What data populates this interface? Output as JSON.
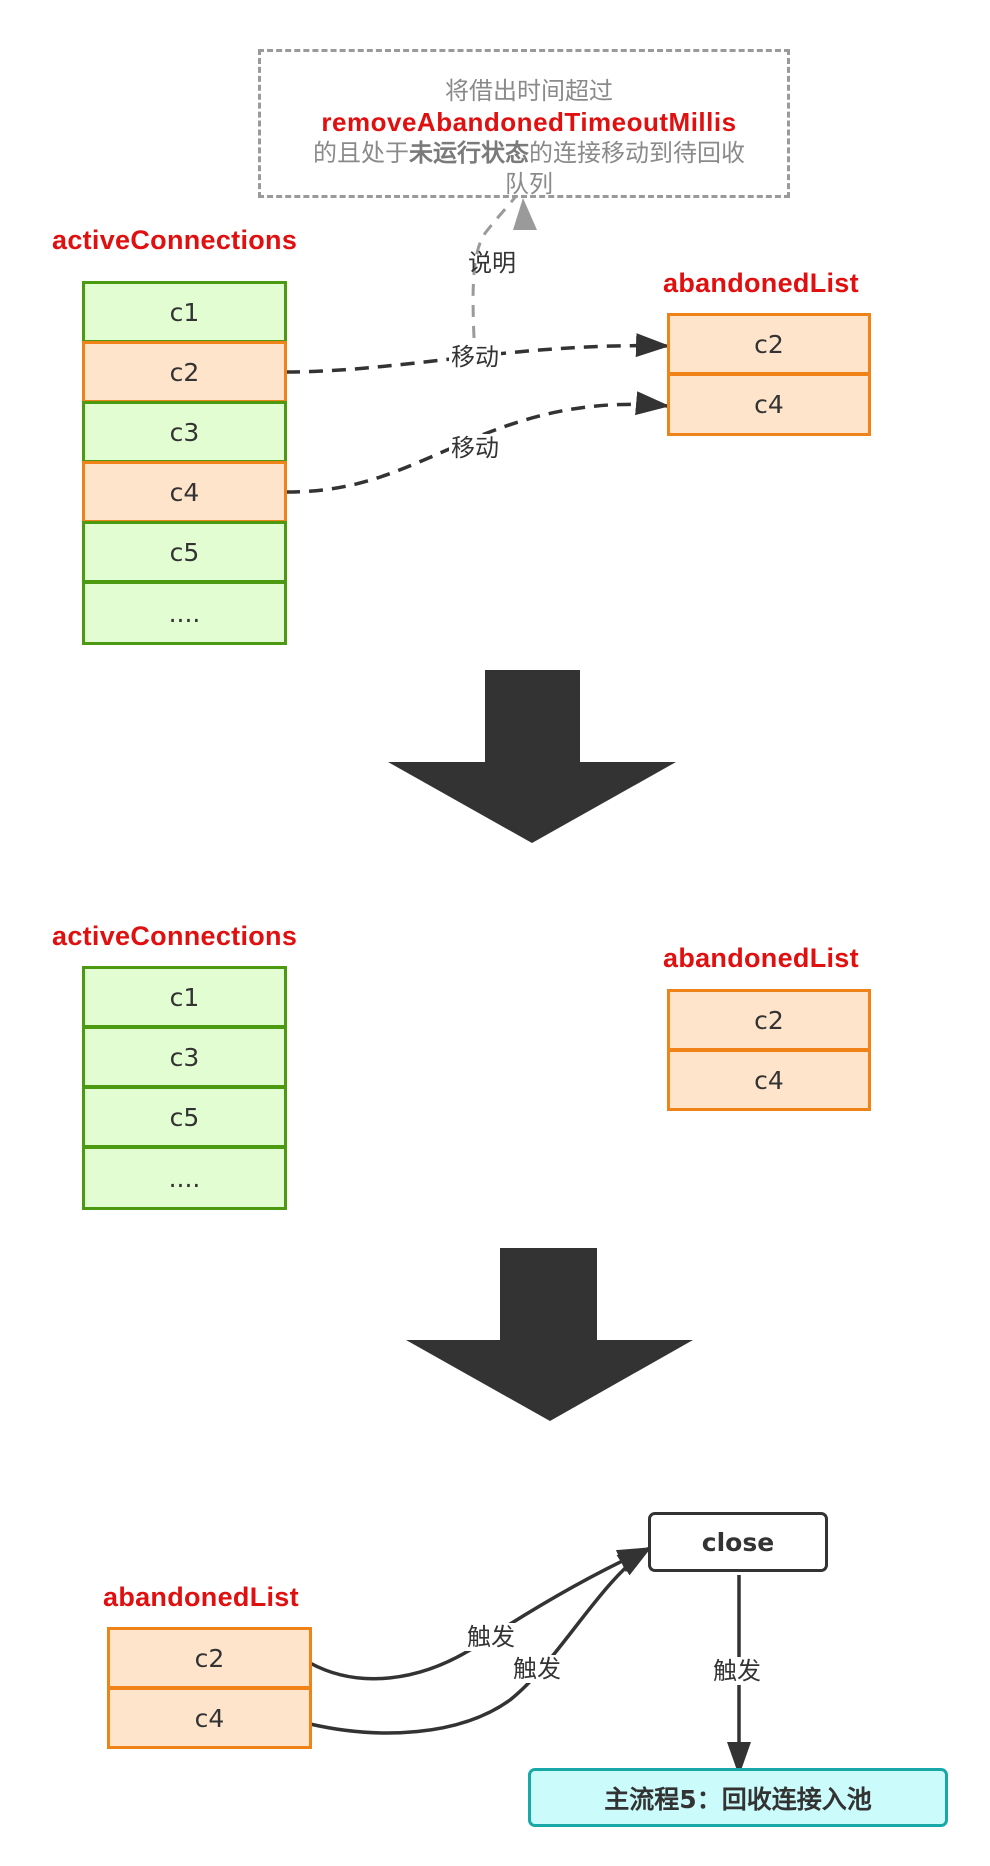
{
  "note": {
    "line1": "将借出时间超过",
    "key": "removeAbandonedTimeoutMillis",
    "line3_pre": "的且处于",
    "line3_bold": "未运行状态",
    "line3_post": "的连接移动到待回收",
    "line4": "队列"
  },
  "section1": {
    "active_title": "activeConnections",
    "active_cells": [
      "c1",
      "c2",
      "c3",
      "c4",
      "c5",
      "...."
    ],
    "abandoned_title": "abandonedList",
    "abandoned_cells": [
      "c2",
      "c4"
    ],
    "edge_labels": {
      "explain": "说明",
      "move1": "移动",
      "move2": "移动"
    }
  },
  "section2": {
    "active_title": "activeConnections",
    "active_cells": [
      "c1",
      "c3",
      "c5",
      "...."
    ],
    "abandoned_title": "abandonedList",
    "abandoned_cells": [
      "c2",
      "c4"
    ]
  },
  "section3": {
    "abandoned_title": "abandonedList",
    "abandoned_cells": [
      "c2",
      "c4"
    ],
    "close_label": "close",
    "main_label": "主流程5：回收连接入池",
    "edge_labels": {
      "trigger1": "触发",
      "trigger2": "触发",
      "trigger3": "触发"
    }
  },
  "colors": {
    "title_red": "#e01010",
    "active_fill": "#e3fdd2",
    "active_border": "#4c9a12",
    "abandoned_fill": "#ffe4cc",
    "abandoned_border": "#f08318",
    "main_fill": "#ccfbfb",
    "main_border": "#18a8a8",
    "arrow_dark": "#333333"
  }
}
